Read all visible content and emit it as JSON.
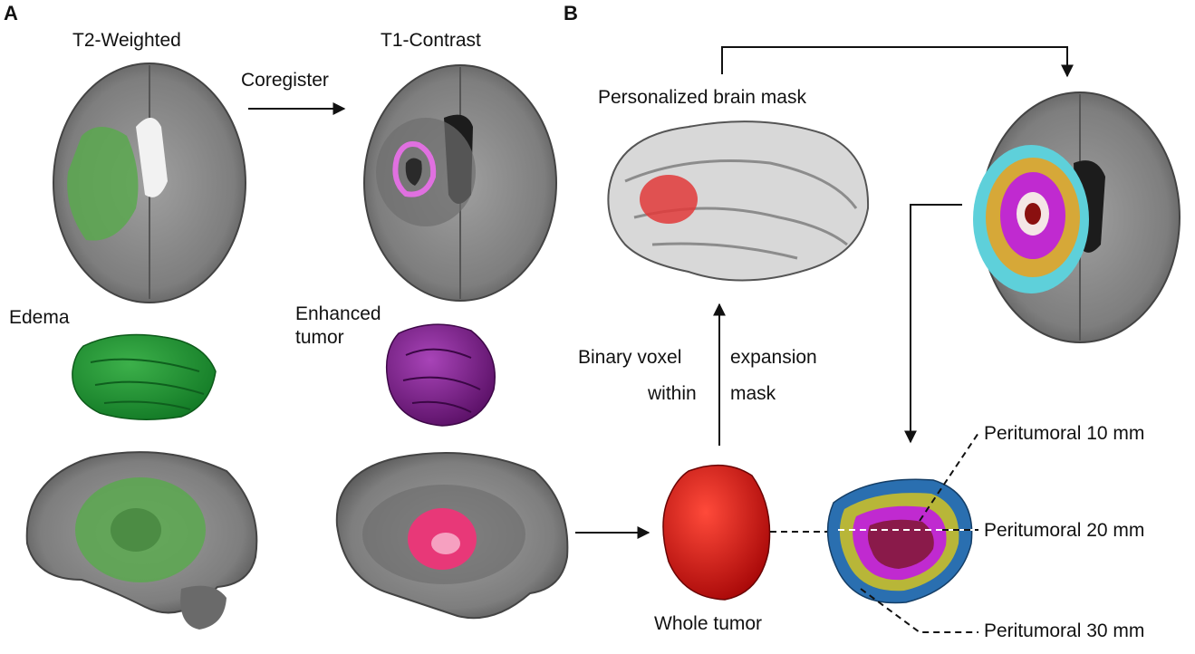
{
  "panels": {
    "a": "A",
    "b": "B"
  },
  "labels": {
    "t2_weighted": "T2-Weighted",
    "t1_contrast": "T1-Contrast",
    "coregister": "Coregister",
    "edema": "Edema",
    "enhanced_tumor_line1": "Enhanced",
    "enhanced_tumor_line2": "tumor",
    "personalized_brain_mask": "Personalized brain mask",
    "binary_voxel": "Binary voxel",
    "expansion": "expansion",
    "within": "within",
    "mask": "mask",
    "whole_tumor": "Whole tumor",
    "peri_10": "Peritumoral 10 mm",
    "peri_20": "Peritumoral 20 mm",
    "peri_30": "Peritumoral 30 mm"
  },
  "colors": {
    "edema": "#5aa84f",
    "enhanced": "#e070e0",
    "tumor_red": "#d81818",
    "purple": "#7b1a8c",
    "peri_cyan": "#5ed0da",
    "peri_gold": "#d6a838",
    "peri_magenta": "#c02ad0",
    "peri_blue": "#2a6fb0",
    "peri_olive": "#b8b638",
    "brain_gray": "#8a8a8a"
  }
}
